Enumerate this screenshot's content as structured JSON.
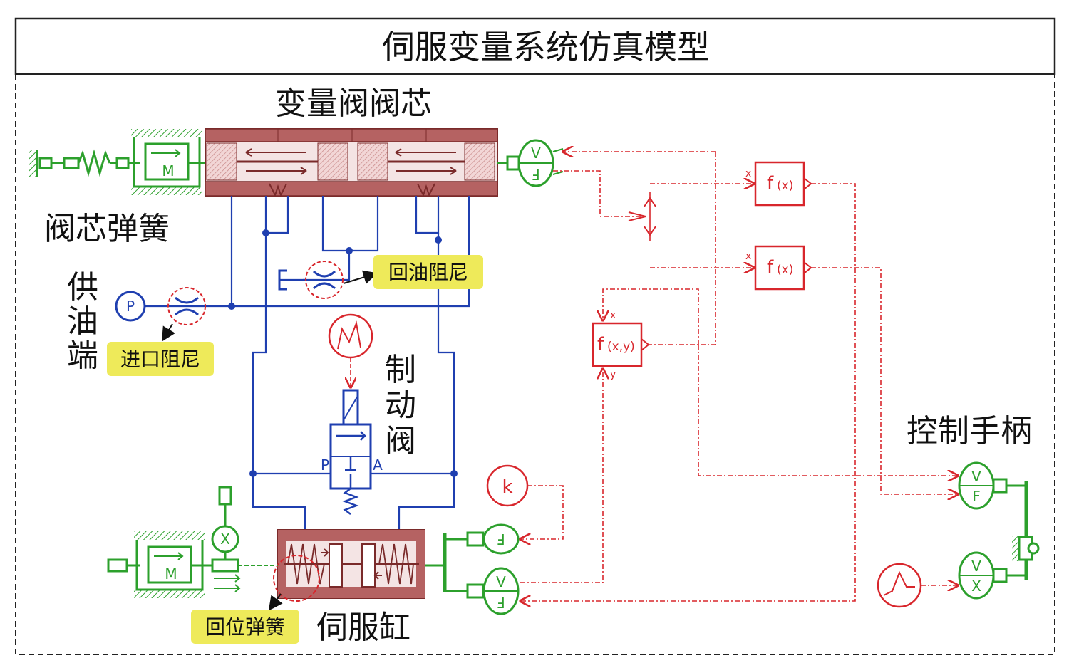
{
  "title": "伺服变量系统仿真模型",
  "labels": {
    "valve_spool": "变量阀阀芯",
    "spool_spring": "阀芯弹簧",
    "supply_end": [
      "供",
      "油",
      "端"
    ],
    "brake_valve": [
      "制",
      "动",
      "阀"
    ],
    "control_handle": "控制手柄",
    "servo_cylinder": "伺服缸"
  },
  "tags": {
    "inlet_damping": "进口阻尼",
    "return_damping": "回油阻尼",
    "return_spring": "回位弹簧"
  },
  "function_blocks": {
    "fx_1": {
      "name": "f",
      "arg": "(x)",
      "input": "x"
    },
    "fx_2": {
      "name": "f",
      "arg": "(x)",
      "input": "x"
    },
    "fxy": {
      "name": "f",
      "arg": "(x,y)",
      "input_x": "x",
      "input_y": "y"
    }
  },
  "symbols": {
    "pressure_source": "P",
    "mass": "M",
    "gain": "k",
    "transducer_x": "X",
    "velocity": "V",
    "force": "F",
    "port_p": "P",
    "port_a": "A"
  },
  "colors": {
    "mechanical": "#2ca02c",
    "hydraulic": "#1f3fb0",
    "signal": "#d8262c",
    "valve_body": "#a04848",
    "tag_highlight": "#eeea5a"
  }
}
